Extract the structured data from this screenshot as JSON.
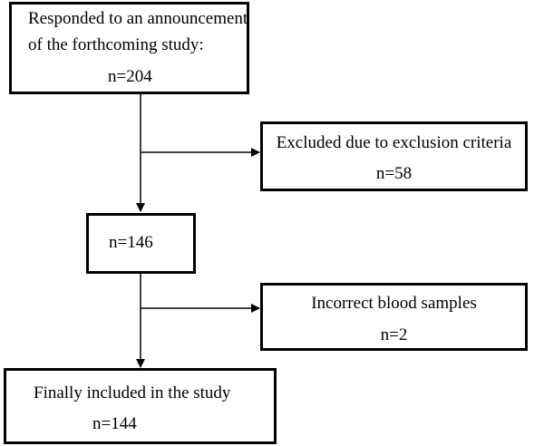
{
  "flowchart": {
    "responded": {
      "line1": "Responded to an announcement",
      "line2": "of the forthcoming study:",
      "count": "n=204"
    },
    "excluded": {
      "label": "Excluded due to exclusion criteria",
      "count": "n=58"
    },
    "remaining": {
      "count": "n=146"
    },
    "incorrect": {
      "label": "Incorrect blood samples",
      "count": "n=2"
    },
    "final": {
      "label": "Finally included in the study",
      "count": "n=144"
    }
  }
}
